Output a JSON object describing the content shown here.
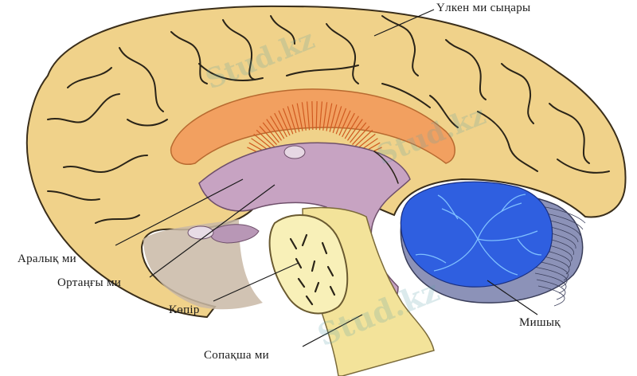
{
  "labels": {
    "cerebrum": "Үлкен ми сыңары",
    "diencephalon": "Аралық ми",
    "midbrain": "Ортаңғы ми",
    "pons": "Көпір",
    "medulla": "Сопақша ми",
    "cerebellum": "Мишық"
  },
  "watermark": "Stud.kz",
  "colors": {
    "cortex": "#f0d28a",
    "sulcus": "#2a2418",
    "corpus_callosum": "#f2a060",
    "thalamus": "#c7a3c2",
    "stem": "#f3e39a",
    "pons": "#f8f0b8",
    "cerebellum": "#2f5fe0",
    "arbor_vitae": "#7fc0ff",
    "cerebellum_rim": "#8c92b8"
  },
  "icons": {
    "watermark": "stud-kz-logo-icon"
  }
}
